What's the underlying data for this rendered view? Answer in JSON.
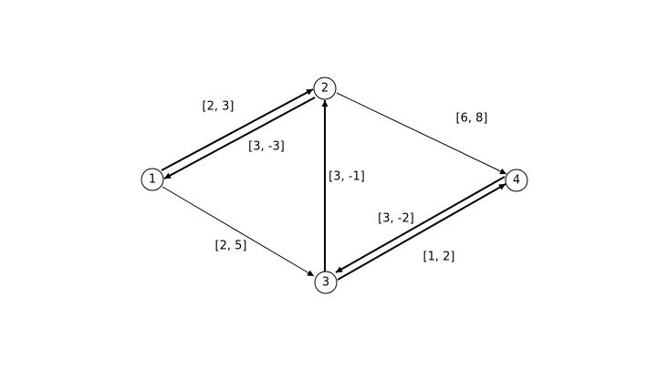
{
  "nodes": [
    {
      "id": "1",
      "label": "1"
    },
    {
      "id": "2",
      "label": "2"
    },
    {
      "id": "3",
      "label": "3"
    },
    {
      "id": "4",
      "label": "4"
    }
  ],
  "edges": [
    {
      "id": "e12",
      "from": "1",
      "to": "2",
      "label": "[2, 3]",
      "weight": "bold"
    },
    {
      "id": "e21",
      "from": "2",
      "to": "1",
      "label": "[3, -3]",
      "weight": "bold"
    },
    {
      "id": "e13",
      "from": "1",
      "to": "3",
      "label": "[2, 5]",
      "weight": "thin"
    },
    {
      "id": "e24",
      "from": "2",
      "to": "4",
      "label": "[6, 8]",
      "weight": "thin"
    },
    {
      "id": "e32",
      "from": "3",
      "to": "2",
      "label": "[3, -1]",
      "weight": "bold"
    },
    {
      "id": "e34",
      "from": "3",
      "to": "4",
      "label": "[1, 2]",
      "weight": "bold"
    },
    {
      "id": "e43",
      "from": "4",
      "to": "3",
      "label": "[3, -2]",
      "weight": "bold"
    }
  ],
  "colors": {
    "stroke": "#000000",
    "background": "#ffffff"
  }
}
